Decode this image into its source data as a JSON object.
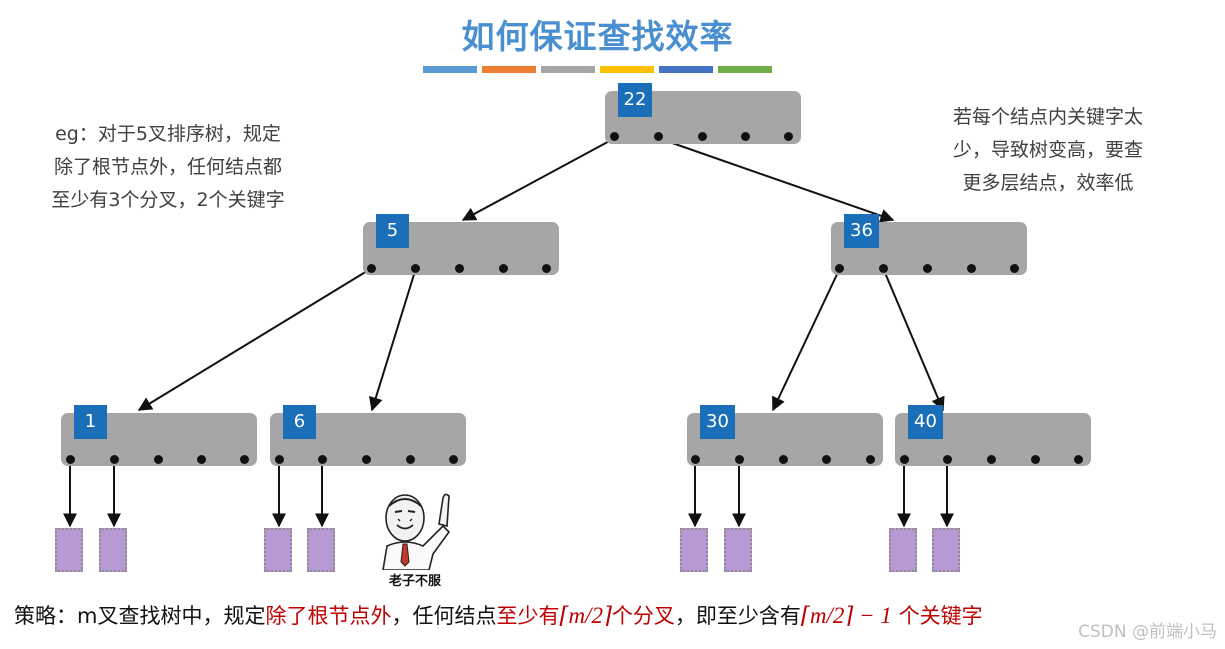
{
  "title": "如何保证查找效率",
  "color_bars": [
    "#5b9bd5",
    "#ed7d31",
    "#a5a5a5",
    "#ffc000",
    "#4472c4",
    "#70ad47"
  ],
  "note_left": [
    "eg：对于5叉排序树，规定",
    "除了根节点外，任何结点都",
    "至少有3个分叉，2个关键字"
  ],
  "note_right": [
    "若每个结点内关键字太",
    "少，导致树变高，要查",
    "更多层结点，效率低"
  ],
  "tree": {
    "root": "22",
    "level1": [
      "5",
      "36"
    ],
    "level2": [
      "1",
      "6",
      "30",
      "40"
    ]
  },
  "meme_caption": "老子不服",
  "strategy": {
    "prefix": "策略：m叉查找树中，规定",
    "red1": "除了根节点外",
    "mid1": "，任何结点",
    "red2a": "至少有",
    "math1": "⌈m/2⌉",
    "red2b": "个分叉",
    "mid2": "，即至少含有",
    "math2": "⌈m/2⌉ − 1",
    "red3": " 个关键字"
  },
  "watermark": "CSDN @前端小马",
  "colors": {
    "key_box": "#1a6fb8",
    "node": "#a6a6a6",
    "leaf": "#b79ad3",
    "title": "#4a8fd0",
    "emphasis": "#c00000"
  }
}
